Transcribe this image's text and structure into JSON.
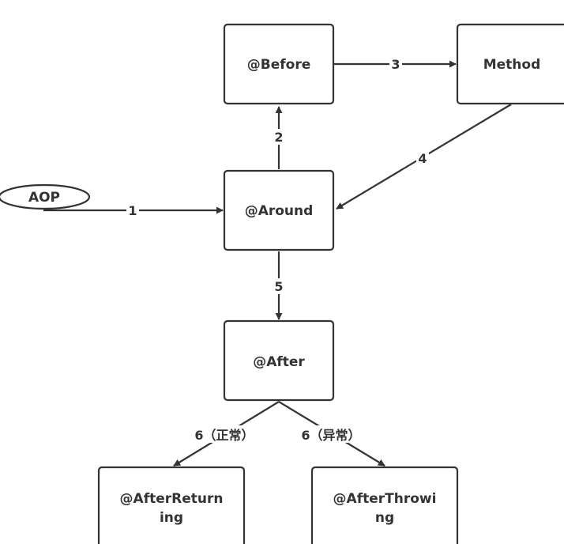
{
  "diagram": {
    "nodes": {
      "aop": "AOP",
      "before": "@Before",
      "method": "Method",
      "around": "@Around",
      "after": "@After",
      "after_returning_line1": "@AfterReturn",
      "after_returning_line2": "ing",
      "after_throwing_line1": "@AfterThrowi",
      "after_throwing_line2": "ng"
    },
    "edges": {
      "aop_to_around": "1",
      "around_to_before": "2",
      "before_to_method": "3",
      "method_to_around": "4",
      "around_to_after": "5",
      "after_to_returning": "6（正常）",
      "after_to_throwing": "6（异常）"
    }
  }
}
